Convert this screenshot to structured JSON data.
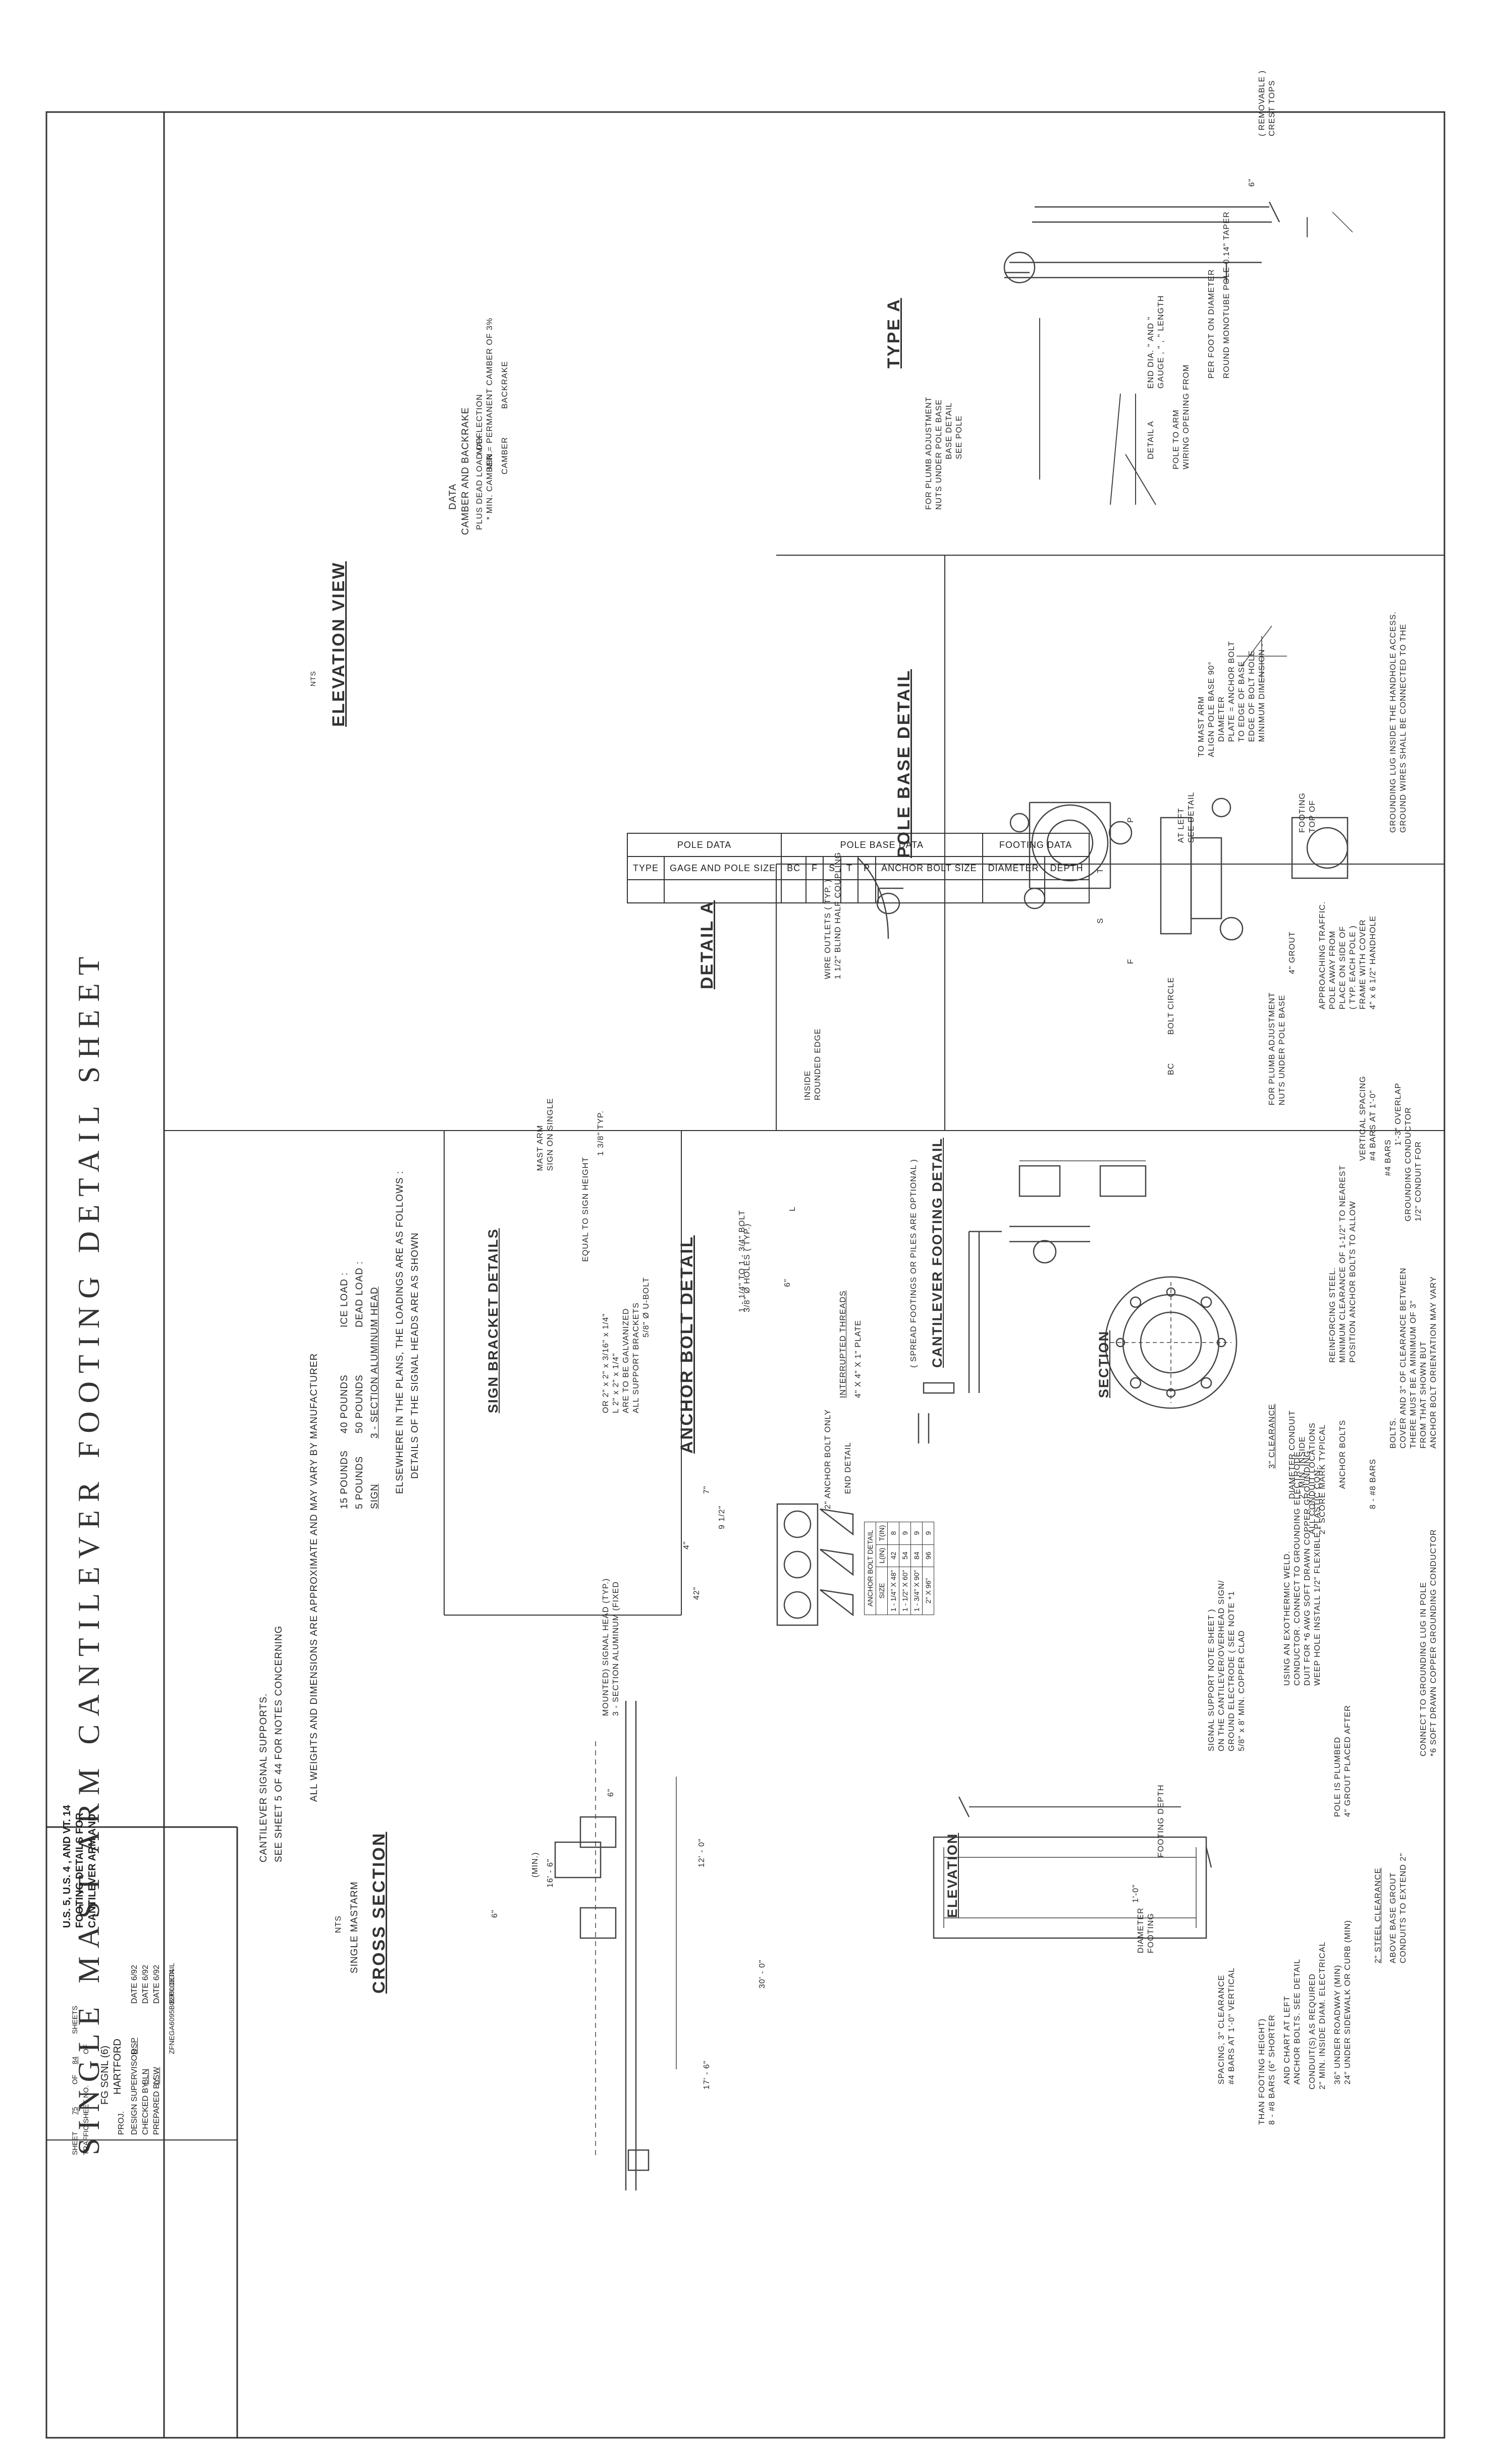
{
  "sheet": {
    "main_title": "SINGLE MAST ARM CANTILEVER FOOTING DETAIL SHEET"
  },
  "type_a": {
    "title": "TYPE A",
    "crest_tops": "CREST TOPS",
    "removable": "( REMOVABLE )",
    "crest_dim": "6\"",
    "pole_taper": "ROUND MONOTUBE POLE 0.14\" TAPER",
    "per_foot": "PER FOOT ON DIAMETER",
    "gauge": "GAUGE ,  \" ,       \" LENGTH",
    "end_dia": "END DIA. \"  AND  \"",
    "wiring_1": "WIRING OPENING FROM",
    "wiring_2": "POLE TO ARM",
    "detail_a_ref": "DETAIL A",
    "see_pole_1": "SEE POLE",
    "see_pole_2": "BASE DETAIL",
    "nuts_1": "NUTS UNDER POLE BASE",
    "nuts_2": "FOR PLUMB ADJUSTMENT"
  },
  "pole_base_detail": {
    "title": "POLE BASE DETAIL",
    "ground_1": "GROUND WIRES SHALL BE CONNECTED TO THE",
    "ground_2": "GROUNDING LUG INSIDE THE HANDHOLE ACCESS.",
    "handhole_1": "4\" x 6 1/2\" HANDHOLE",
    "handhole_2": "FRAME WITH COVER",
    "handhole_3": "( TYP. EACH POLE )",
    "handhole_4": "PLACE ON SIDE OF",
    "handhole_5": "POLE AWAY FROM",
    "handhole_6": "APPROACHING TRAFFIC.",
    "top_footing_1": "TOP OF",
    "top_footing_2": "FOOTING",
    "grout": "4\" GROUT",
    "nuts_1": "NUTS UNDER POLE BASE",
    "nuts_2": "FOR PLUMB ADJUSTMENT",
    "min_1": "MINIMUM DIMENSION -",
    "min_2": "EDGE OF BOLT HOLE",
    "min_3": "TO EDGE OF BASE",
    "min_4": "PLATE = ANCHOR BOLT",
    "min_5": "DIAMETER",
    "align_1": "ALIGN POLE BASE 90°",
    "align_2": "TO MAST ARM",
    "see_detail_1": "SEE DETAIL",
    "see_detail_2": "AT LEFT",
    "bolt_circle": "BOLT CIRCLE",
    "bc": "BC",
    "f": "F",
    "p": "P",
    "s": "S",
    "t": "T"
  },
  "detail_a": {
    "title": "DETAIL A",
    "coupling_1": "1 1/2\" BLIND HALF COUPLING",
    "coupling_2": "WIRE OUTLETS ( TYP. )",
    "rounded_1": "ROUNDED EDGE",
    "rounded_2": "INSIDE"
  },
  "pole_data": {
    "group_pole": "POLE DATA",
    "group_base": "POLE BASE DATA",
    "group_footing": "FOOTING DATA",
    "col_type": "TYPE",
    "col_gage": "GAGE AND POLE SIZE",
    "col_bc": "BC",
    "col_f": "F",
    "col_s": "S",
    "col_t": "T",
    "col_p": "P",
    "col_anchor": "ANCHOR BOLT SIZE",
    "col_diameter": "DIAMETER",
    "col_depth": "DEPTH"
  },
  "elevation_view": {
    "title": "ELEVATION VIEW",
    "nts": "NTS",
    "backrake": "BACKRAKE",
    "camber": "CAMBER",
    "min": "MIN.",
    "max": "MAX.",
    "note_1": "* MIN. CAMBER = PERMANENT CAMBER OF 3%",
    "note_2": "PLUS  DEAD LOAD DEFLECTION",
    "data_1": "CAMBER AND BACKRAKE",
    "data_2": "DATA"
  },
  "cantilever_footing": {
    "title": "CANTILEVER FOOTING DETAIL",
    "subtitle": "( SPREAD FOOTINGS OR PILES ARE OPTIONAL )",
    "section": "SECTION",
    "conduit_1": "1/2\" CONDUIT FOR",
    "conduit_2": "GROUNDING CONDUCTOR",
    "overlap": "1'-3\" OVERLAP",
    "bars": "#4 BARS",
    "bars_at_1": "#4 BARS AT 1'-0\"",
    "bars_at_2": "VERTICAL SPACING",
    "position_1": "POSITION ANCHOR BOLTS TO ALLOW",
    "position_2": "MINIMUM CLEARANCE OF 1-1/2\" TO NEAREST",
    "position_3": "REINFORCING STEEL.",
    "orient_1": "ANCHOR BOLT ORIENTATION MAY VARY",
    "orient_2": "FROM THAT SHOWN BUT",
    "orient_3": "THERE MUST BE A MINIMUM OF 3\"",
    "orient_4": "COVER AND 3\" OF CLEARANCE BETWEEN",
    "orient_5": "BOLTS.",
    "eight_bars": "8 - #8 BARS",
    "anchor_bolts": "ANCHOR BOLTS",
    "score_1": "2\" SCORE MARK TYPICAL",
    "score_2": "ALL CONDUIT LOCATIONS",
    "conduit_min_1": "2\" MIN. INSIDE",
    "conduit_min_2": "DIAMETER CONDUIT",
    "clearance": "3\" CLEARANCE"
  },
  "grounding": {
    "soft_1": "*6 SOFT DRAWN COPPER GROUNDING CONDUCTOR",
    "soft_2": "CONNECT TO GROUNDING LUG IN POLE",
    "weep_1": "WEEP HOLE INSTALL 1/2\" FLEXIBLE PLASTIC CON-",
    "weep_2": "DUIT FOR *6 AWG SOFT DRAWN COPPER GROUNDING",
    "weep_3": "CONDUCTOR. CONNECT TO GROUNDING ELECTRODE",
    "weep_4": "USING AN EXOTHERMIC WELD.",
    "rod_1": "5/8\" x 8' MIN. COPPER CLAD",
    "rod_2": "GROUND ELECTRODE ( SEE NOTE *1",
    "rod_3": "ON THE CANTILEVER/OVERHEAD SIGN/",
    "rod_4": "SIGNAL SUPPORT NOTE SHEET )",
    "grout_1": "4\" GROUT PLACED AFTER",
    "grout_2": "POLE IS PLUMBED"
  },
  "elevation": {
    "title": "ELEVATION",
    "footing_depth": "FOOTING DEPTH",
    "one_foot": "1'-0\"",
    "footing_dia_1": "FOOTING",
    "footing_dia_2": "DIAMETER",
    "conduits_1": "CONDUITS TO EXTEND 2\"",
    "conduits_2": "ABOVE BASE GROUT",
    "steel_clear": "2\" STEEL CLEARANCE",
    "under_1": "24\" UNDER SIDEWALK OR CURB (MIN)",
    "under_2": "36\" UNDER ROADWAY (MIN)",
    "min_conduit_1": "2\" MIN. INSIDE DIAM. ELECTRICAL",
    "min_conduit_2": "CONDUIT(S) AS REQUIRED",
    "anchor_1": "ANCHOR BOLTS. SEE DETAIL",
    "anchor_2": "AND CHART AT LEFT",
    "eight_1": "8 - #8 BARS (6\" SHORTER",
    "eight_2": "THAN FOOTING HEIGHT)",
    "bars_1": "#4 BARS AT 1'-0\" VERTICAL",
    "bars_2": "SPACING, 3\" CLEARANCE"
  },
  "anchor_bolt_detail": {
    "title": "ANCHOR BOLT DETAIL",
    "l": "L",
    "plate": "4\" X 4\" X 1\" PLATE",
    "threads": "INTERRUPTED THREADS",
    "end_detail": "END DETAIL",
    "anchor_only": "2\" ANCHOR BOLT ONLY",
    "bolt_range": "1 - 1/4\" TO 1 - 3/4\" BOLT",
    "six": "6\"",
    "table_title": "ANCHOR BOLT DETAIL",
    "headers": [
      "SIZE",
      "L(IN)",
      "T(IN)"
    ],
    "rows": [
      [
        "1 - 1/4\" X 48\"",
        "42",
        "8"
      ],
      [
        "1 - 1/2\" X 60\"",
        "54",
        "9"
      ],
      [
        "1 - 3/4\" X 90\"",
        "84",
        "9"
      ],
      [
        "2\" X 96\"",
        "96",
        "9"
      ]
    ]
  },
  "sign_bracket": {
    "title": "SIGN BRACKET DETAILS",
    "typ": "1 3/8\" TYP.",
    "holes": "3/8\" Ø HOLES ( TYP.)",
    "equal": "EQUAL TO SIGN HEIGHT",
    "sign_on_1": "SIGN ON SINGLE",
    "sign_on_2": "MAST ARM",
    "ubolt": "5/8\" Ø U-BOLT",
    "galv_1": "ALL SUPPORT BRACKETS",
    "galv_2": "ARE TO BE GALVANIZED",
    "galv_3": "L 2\" x 2\" x 1/4\"",
    "galv_4": "OR 2\" x 2\" x 3/16\" x 1/4\""
  },
  "loads": {
    "intro_1": "DETAILS OF THE SIGNAL HEADS ARE AS SHOWN",
    "intro_2": "ELSEWHERE IN THE PLANS, THE LOADINGS ARE AS FOLLOWS :",
    "head": "3 - SECTION ALUMINUM HEAD",
    "sign": "SIGN",
    "dead_label": "DEAD LOAD :",
    "dead_head": "50 POUNDS",
    "dead_sign": "5 POUNDS",
    "ice_label": "ICE LOAD :",
    "ice_head": "40 POUNDS",
    "ice_sign": "15 POUNDS",
    "all_weights": "ALL WEIGHTS AND DIMENSIONS ARE APPROXIMATE AND MAY VARY BY MANUFACTURER"
  },
  "signal_head": {
    "label_1": "3 - SECTION ALUMINUM (FIXED",
    "label_2": "MOUNTED) SIGNAL HEAD (TYP.)",
    "d_7": "7\"",
    "d_half": "9 1/2\"",
    "d_4": "4\"",
    "d_42": "42\""
  },
  "cross_section": {
    "title": "CROSS SECTION",
    "subtitle": "SINGLE MASTARM",
    "nts": "NTS",
    "six_a": "6\"",
    "twelve": "12' - 0\"",
    "thirty": "30' - 0\"",
    "seventeen": "17' - 6\"",
    "sixteen": "16' - 6\"",
    "min": "(MIN.)",
    "six_b": "6\"",
    "see_sheet_1": "SEE SHEET 5 OF 44 FOR NOTES CONCERNING",
    "see_sheet_2": "CANTILEVER SIGNAL SUPPORTS."
  },
  "title_block": {
    "title_1": "CANTILEVER ARM AND",
    "title_2": "FOOTING DETAILS FOR",
    "title_3": "U.S. 5, U.S. 4 , AND VT. 14",
    "prepared": "PREPARED BY",
    "prepared_val": "LSW",
    "checked": "CHECKED BY",
    "checked_val": "BLN",
    "design": "DESIGN SUPERVISOR",
    "design_val": "DSP",
    "date_1": "DATE 6/92",
    "date_2": "DATE 6/92",
    "date_3": "DATE 6/92",
    "file_1": "B960DETAIL",
    "file_2": "ZFNEGA6095B02TIL.DGN",
    "proj": "PROJ.",
    "proj_town": "HARTFORD",
    "proj_num": "FG SGNL (6)",
    "traffic_sheet": "TRAFFIC SHEET NO.",
    "of": "OF",
    "sheet": "SHEET",
    "sheet_num": "75",
    "sheet_of": "OF",
    "sheet_total": "84",
    "sheets": "SHEETS"
  }
}
